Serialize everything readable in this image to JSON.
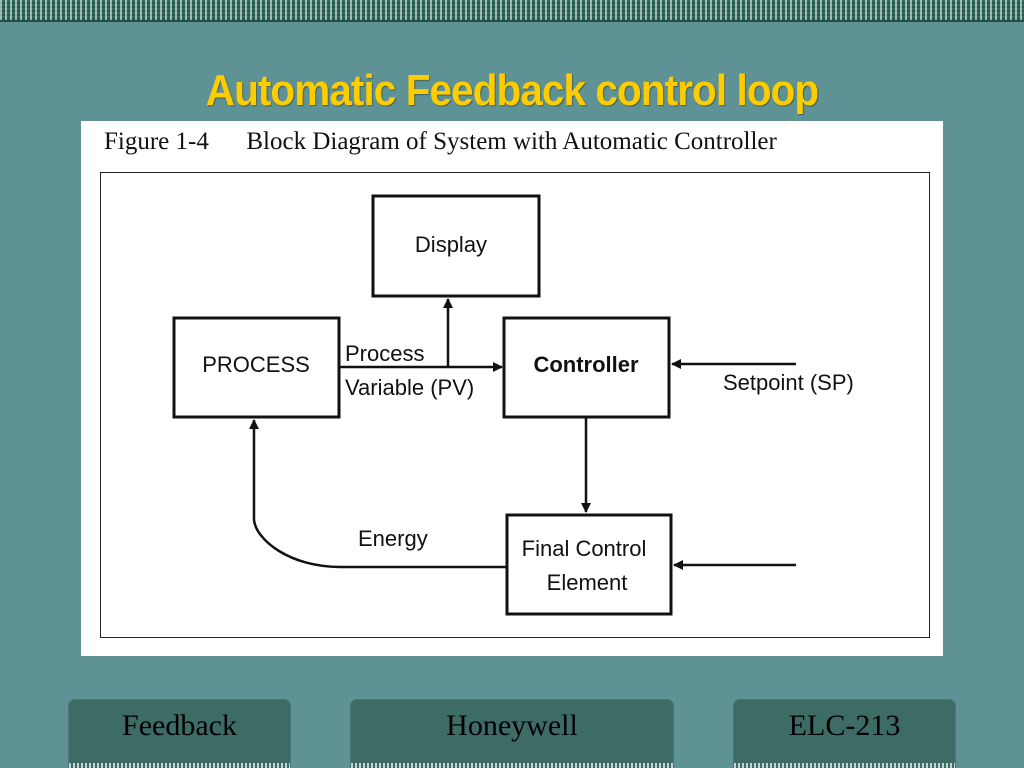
{
  "slide": {
    "title": "Automatic Feedback control loop"
  },
  "figure": {
    "number": "Figure 1-4",
    "caption": "Block Diagram of System with Automatic Controller"
  },
  "diagram": {
    "blocks": {
      "display": "Display",
      "process": "PROCESS",
      "controller": "Controller",
      "final_control_line1": "Final Control",
      "final_control_line2": "Element"
    },
    "labels": {
      "pv_line1": "Process",
      "pv_line2": "Variable (PV)",
      "setpoint": "Setpoint (SP)",
      "energy": "Energy"
    }
  },
  "footer": {
    "left": "Feedback",
    "center": "Honeywell",
    "right": "ELC-213"
  },
  "colors": {
    "background": "#5f9294",
    "title": "#ffcc00",
    "footer_tab": "#3d6b66"
  }
}
